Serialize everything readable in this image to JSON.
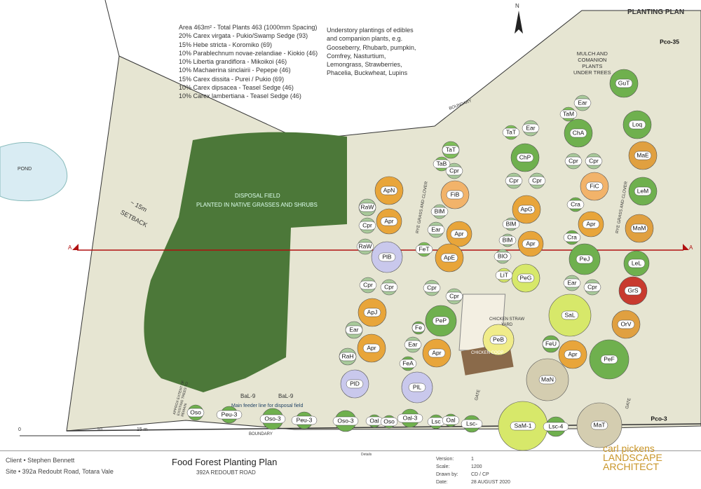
{
  "title_block": {
    "client": "Client • Stephen Bennett",
    "site": "Site • 392a Redoubt Road, Totara Vale",
    "plan_title": "Food Forest Planting Plan",
    "plan_subtitle": "392A REDOUBT ROAD",
    "details_label": "Details",
    "version_label": "Version:",
    "version": "1",
    "scale_label": "Scale:",
    "scale": "1200",
    "drawn_label": "Drawn by:",
    "drawn": "CD / CP",
    "date_label": "Date:",
    "date": "28 AUGUST 2020",
    "logo_text": "carl pickens LANDSCAPE ARCHITECT"
  },
  "header": {
    "title": "PLANTING PLAN",
    "north": "N"
  },
  "notes": {
    "disposal_mix": [
      "Area 463m² - Total Plants 463 (1000mm Spacing)",
      "20% Carex virgata - Pukio/Swamp Sedge (93)",
      "15% Hebe stricta - Koromiko (69)",
      "10% Parablechnum novae-zelandiae - Kiokio (46)",
      "10% Libertia grandiflora - Mikoikoi (46)",
      "10% Machaerina sinclairii - Pepepe (46)",
      "15% Carex dissita - Purei / Pukio (69)",
      "10% Carex dipsacea - Teasel Sedge (46)",
      "10% Carex lambertiana - Teasel Sedge (46)"
    ],
    "understory": [
      "Understory plantings of edibles",
      "and companion plants, e.g.",
      "Gooseberry, Rhubarb, pumpkin,",
      "Comfrey, Nasturtium,",
      "Lemongrass, Strawberries,",
      "Phacelia, Buckwheat, Lupins"
    ],
    "mulch": "MULCH AND\nCOMANION\nPLANTS\nUNDER TREES"
  },
  "labels": {
    "pond": "POND",
    "setback_dist": "~ 15m",
    "setback": "SETBACK",
    "disposal": "DISPOSAL FIELD",
    "disposal_sub": "PLANTED IN NATIVE GRASSES AND SHRUBS",
    "boundary": "BOUNDARY",
    "rye": "RYE GRASS AND CLOVER",
    "chicken_yard": "CHICKEN STRAW\nYARD",
    "chicken_coop": "CHICKEN COOP",
    "gate": "GATE",
    "feeder": "Main feeder line for disposal field",
    "extent": "APPROX EXTENT OF\nEXISTING TREES TO\nREMAIN",
    "bal": "BaL-9",
    "section": "A",
    "scale_0": "0",
    "scale_10": "10",
    "scale_15": "15 m"
  },
  "plants": [
    "ApN",
    "RaW",
    "Cpr",
    "Apr",
    "RaW",
    "PlB",
    "Cpr",
    "Cpr",
    "ApJ",
    "Ear",
    "Apr",
    "RaH",
    "PlD",
    "TaT",
    "TaB",
    "Cpr",
    "FiB",
    "BlM",
    "Ear",
    "Apr",
    "FeT",
    "ApE",
    "Cpr",
    "Cpr",
    "PeP",
    "Fe",
    "Ear",
    "Apr",
    "FeA",
    "PlL",
    "TaT",
    "Ear",
    "ChP",
    "Cpr",
    "Cpr",
    "ApG",
    "BlM",
    "Apr",
    "BlM",
    "BlO",
    "LiT",
    "PeG",
    "PeB",
    "TaM",
    "Ear",
    "ChA",
    "Cpr",
    "Cpr",
    "FiC",
    "Cra",
    "Apr",
    "Cra",
    "PeJ",
    "Ear",
    "Cpr",
    "SaL",
    "FeU",
    "Apr",
    "MaN",
    "PeF",
    "GuT",
    "Loq",
    "MaE",
    "LeM",
    "MaM",
    "LeL",
    "GrS",
    "OrV",
    "Oso",
    "Peu-3",
    "Oso-3",
    "Peu-3",
    "Oso-3",
    "Oal",
    "Oso",
    "Oal-3",
    "Lsc",
    "Oal",
    "Lsc-",
    "SaM-1",
    "Lsc-4",
    "MaT",
    "Pco-3",
    "Pco-35"
  ],
  "colors": {
    "ground": "#e4e3d0",
    "grass": "#4f7a3a",
    "fruit": "#e8a53a",
    "green": "#6fb04e",
    "lilac": "#c9c8ec",
    "red": "#c83a2e",
    "section": "#b01010"
  }
}
